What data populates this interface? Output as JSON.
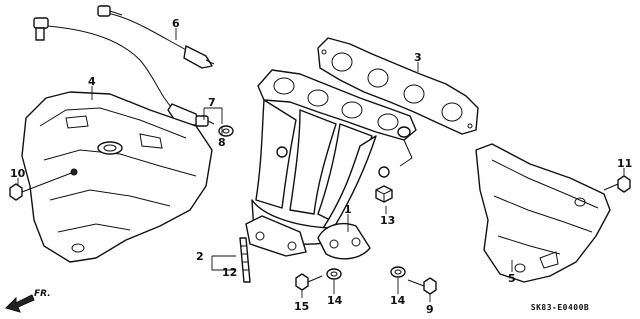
{
  "diagram": {
    "part_code": "SK83-E0400B",
    "direction_label": "FR.",
    "callouts": [
      "1",
      "2",
      "3",
      "4",
      "5",
      "6",
      "7",
      "8",
      "9",
      "10",
      "11",
      "12",
      "13",
      "14",
      "14",
      "15"
    ]
  }
}
